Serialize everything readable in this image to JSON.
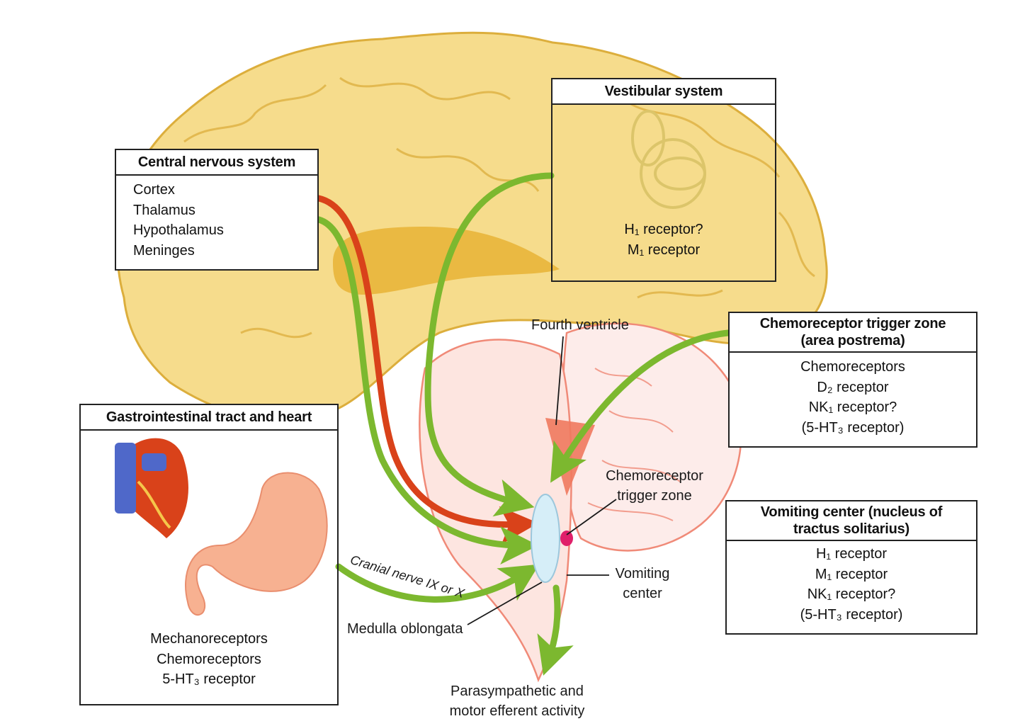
{
  "boxes": {
    "cns": {
      "title": "Central nervous system",
      "items": [
        "Cortex",
        "Thalamus",
        "Hypothalamus",
        "Meninges"
      ]
    },
    "vestibular": {
      "title": "Vestibular system",
      "items": [
        "H₁ receptor?",
        "M₁ receptor"
      ]
    },
    "ctz": {
      "title_line1": "Chemoreceptor trigger zone",
      "title_line2": "(area postrema)",
      "items": [
        "Chemoreceptors",
        "D₂ receptor",
        "NK₁ receptor?",
        "(5-HT₃ receptor)"
      ]
    },
    "vomiting": {
      "title_line1": "Vomiting center (nucleus of",
      "title_line2": "tractus solitarius)",
      "items": [
        "H₁ receptor",
        "M₁ receptor",
        "NK₁ receptor?",
        "(5-HT₃ receptor)"
      ]
    },
    "gi": {
      "title": "Gastrointestinal tract and heart",
      "items": [
        "Mechanoreceptors",
        "Chemoreceptors",
        "5-HT₃ receptor"
      ]
    }
  },
  "labels": {
    "fourth_ventricle": "Fourth ventricle",
    "ctz_line1": "Chemoreceptor",
    "ctz_line2": "trigger zone",
    "vc_line1": "Vomiting",
    "vc_line2": "center",
    "medulla": "Medulla oblongata",
    "cranial_nerve": "Cranial nerve IX or X",
    "output_line1": "Parasympathetic and",
    "output_line2": "motor efferent activity"
  },
  "colors": {
    "green_arrow": "#7cb82f",
    "red_arrow": "#d9421a",
    "brain_fill": "#f6dc8c",
    "brain_outline": "#dcae3c",
    "brainstem": "#f08a78",
    "vomiting_center": "#d6eef8",
    "ctz_dot": "#e0206a"
  }
}
